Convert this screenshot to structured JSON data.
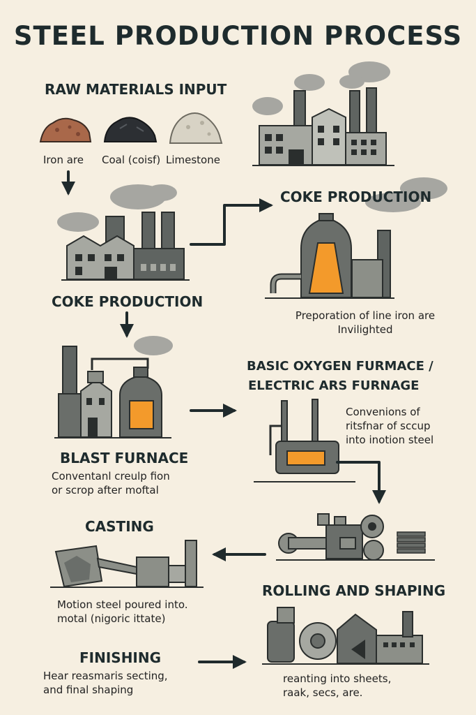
{
  "title": "STEEL PRODUCTION PROCESS",
  "raw_materials": {
    "heading": "RAW MATERIALS INPUT",
    "items": [
      "Iron are",
      "Coal (coisf)",
      "Limestone"
    ]
  },
  "coke_production_right": {
    "heading": "COKE PRODUCTION",
    "desc": [
      "Preporation of line iron are",
      "Invilighted"
    ]
  },
  "coke_production_left": {
    "heading": "COKE PRODUCTION"
  },
  "bof": {
    "heading": [
      "BASIC OXYGEN FURMACE /",
      "ELECTRIC ARS FURNAGE"
    ],
    "desc": [
      "Convenions of",
      "ritsfnar of sccup",
      "into inotion steel"
    ]
  },
  "blast_furnace": {
    "heading": "BLAST FURNACE",
    "desc": [
      "Conventanl creulp fion",
      "or scrop after moftal"
    ]
  },
  "casting": {
    "heading": "CASTING",
    "desc": [
      "Motion steel poured into.",
      "motal (nigoric ittate)"
    ]
  },
  "rolling": {
    "heading": "ROLLING AND SHAPING",
    "desc": [
      "reanting into sheets,",
      "raak, secs, are."
    ]
  },
  "finishing": {
    "heading": "FINISHING",
    "desc": [
      "Hear reasmaris secting,",
      "and final shaping"
    ]
  },
  "colors": {
    "background": "#f6efe1",
    "text": "#1e2b2d",
    "furnace_glow": "#f39a2b",
    "building": "#9a9d95",
    "smoke": "#a6a6a1"
  }
}
